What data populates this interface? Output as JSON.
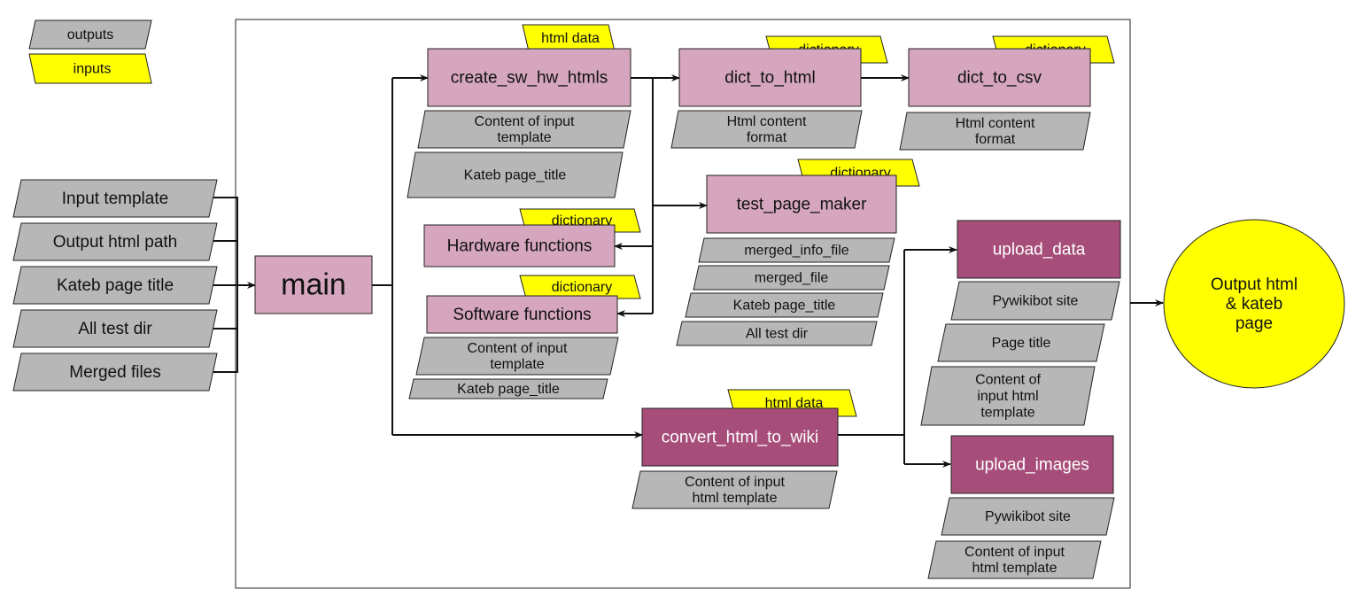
{
  "legend": {
    "outputs": "outputs",
    "inputs": "inputs",
    "colors": {
      "outputs": "#b7b7b7",
      "inputs": "#ffff00"
    }
  },
  "colors": {
    "function_light": "#d5a6bd",
    "function_dark": "#a64d79",
    "output_param": "#b7b7b7",
    "input_param": "#ffff00",
    "terminal": "#ffff00"
  },
  "main_inputs": [
    "Input template",
    "Output html path",
    "Kateb page title",
    "All test dir",
    "Merged files"
  ],
  "main": {
    "label": "main"
  },
  "functions": {
    "create_sw_hw_htmls": {
      "label": "create_sw_hw_htmls",
      "input": "html data",
      "params": [
        "Content of input\ntemplate",
        "Kateb page_title"
      ]
    },
    "dict_to_html": {
      "label": "dict_to_html",
      "input": "dictionary",
      "params": [
        "Html content\nformat"
      ]
    },
    "dict_to_csv": {
      "label": "dict_to_csv",
      "input": "dictionary",
      "params": [
        "Html content\nformat"
      ]
    },
    "test_page_maker": {
      "label": "test_page_maker",
      "input": "dictionary",
      "params": [
        "merged_info_file",
        "merged_file",
        "Kateb page_title",
        "All test dir"
      ]
    },
    "hardware_functions": {
      "label": "Hardware functions",
      "input": "dictionary",
      "params": []
    },
    "software_functions": {
      "label": "Software functions",
      "input": "dictionary",
      "params": [
        "Content of input\ntemplate",
        "Kateb page_title"
      ]
    },
    "convert_html_to_wiki": {
      "label": "convert_html_to_wiki",
      "input": "html data",
      "params": [
        "Content of input\nhtml template"
      ]
    },
    "upload_data": {
      "label": "upload_data",
      "params": [
        "Pywikibot site",
        "Page title",
        "Content of\ninput html\ntemplate"
      ]
    },
    "upload_images": {
      "label": "upload_images",
      "params": [
        "Pywikibot site",
        "Content of input\nhtml template"
      ]
    }
  },
  "output": {
    "label": "Output html\n& kateb\npage"
  }
}
